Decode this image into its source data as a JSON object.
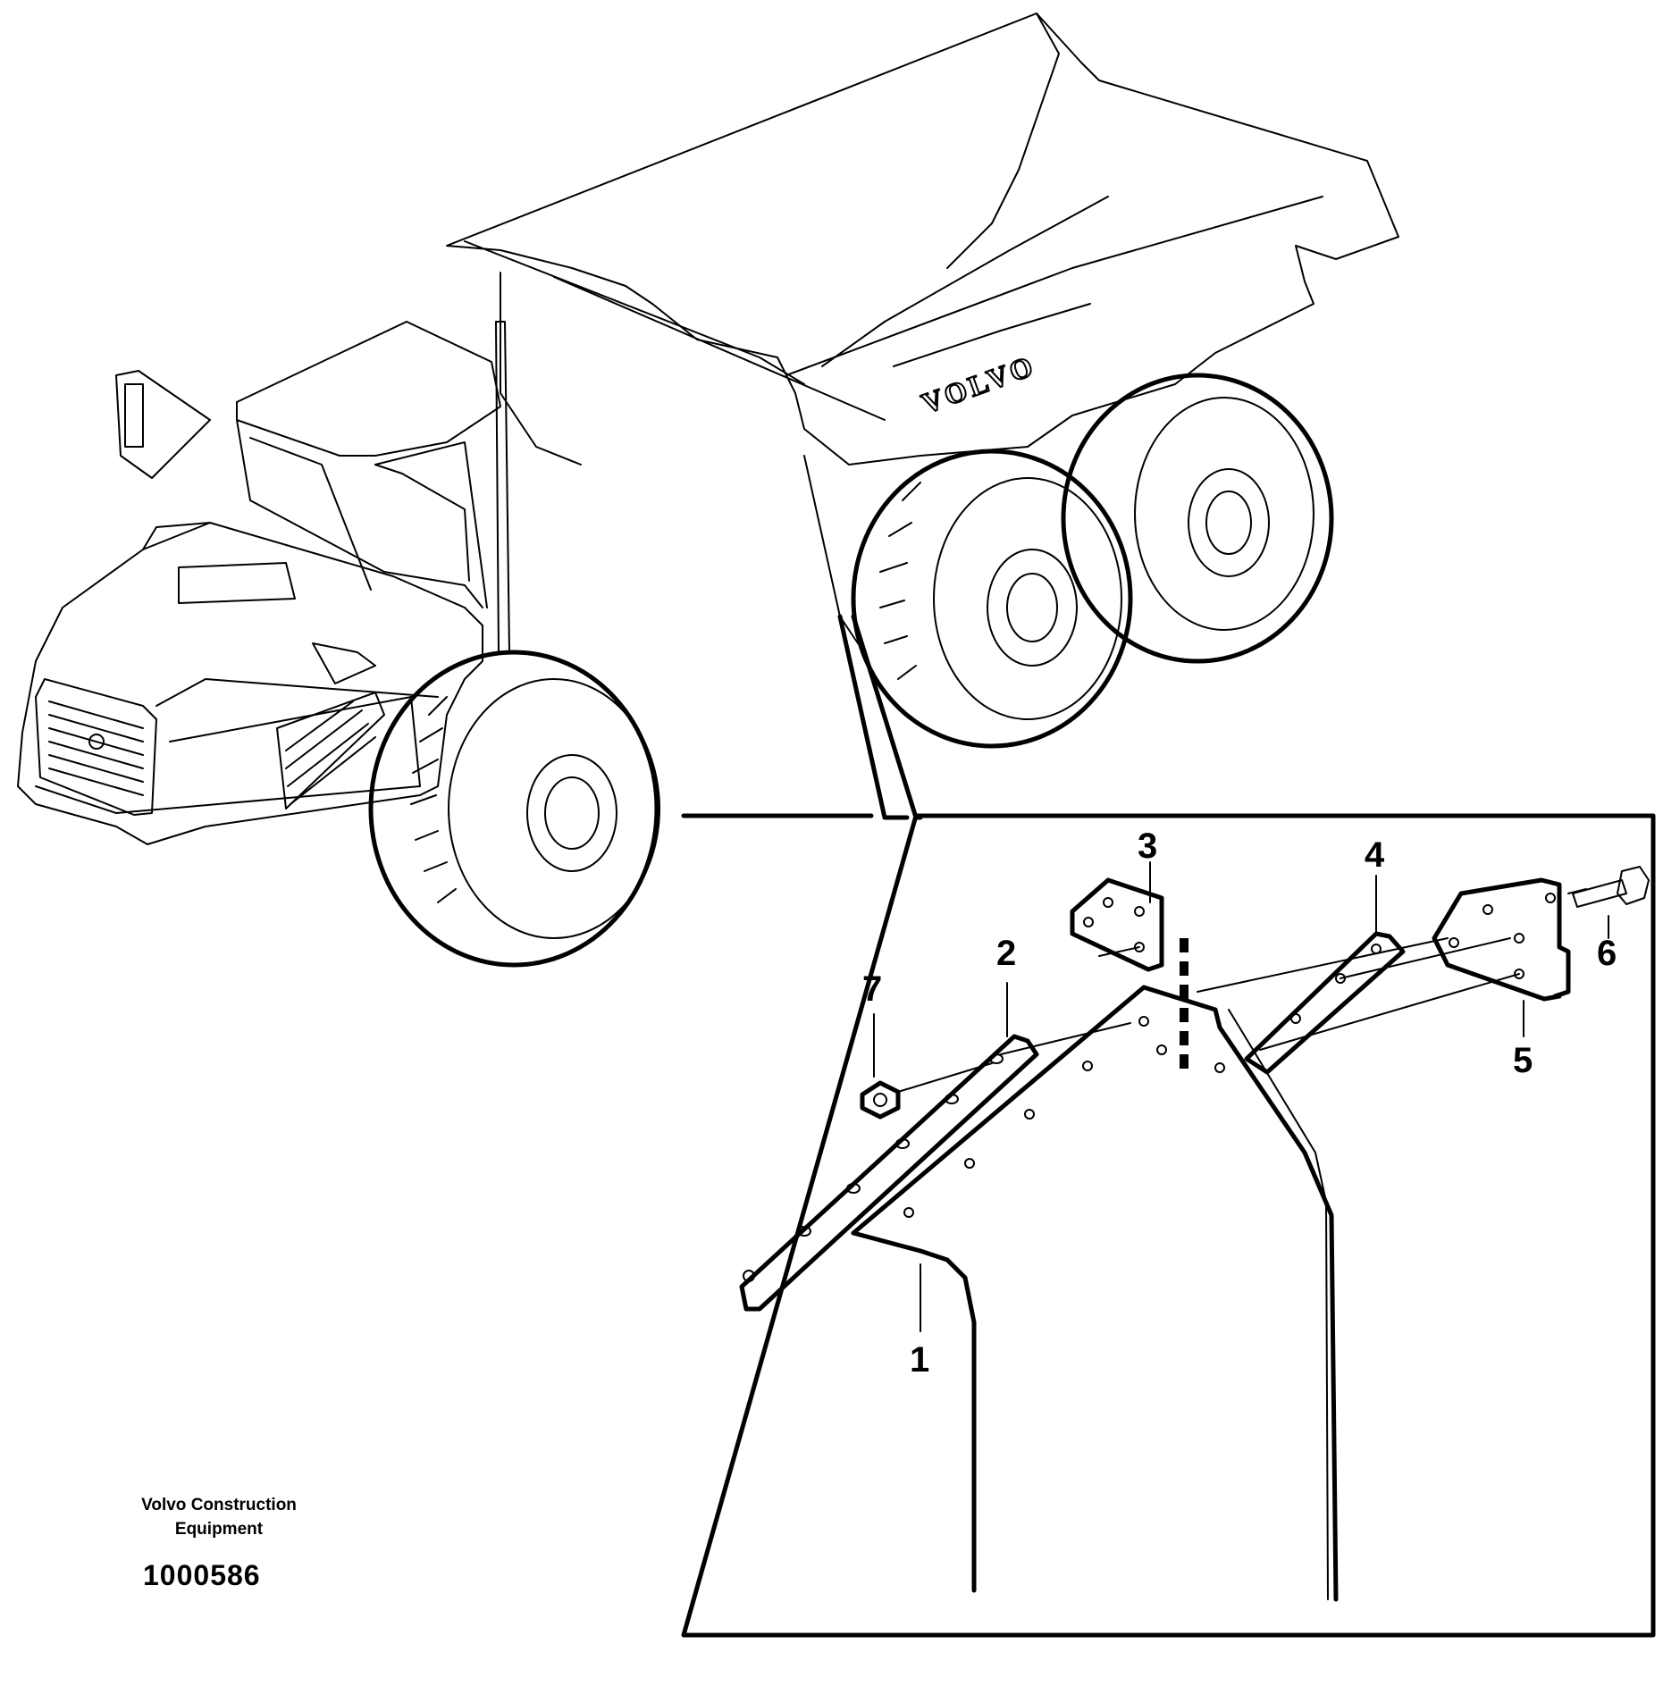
{
  "diagram": {
    "callouts": [
      {
        "id": "1",
        "label": "1"
      },
      {
        "id": "2",
        "label": "2"
      },
      {
        "id": "3",
        "label": "3"
      },
      {
        "id": "4",
        "label": "4"
      },
      {
        "id": "5",
        "label": "5"
      },
      {
        "id": "6",
        "label": "6"
      },
      {
        "id": "7",
        "label": "7"
      }
    ],
    "brand_mark": "VOLVO"
  },
  "footer": {
    "publisher_line1": "Volvo Construction",
    "publisher_line2": "Equipment",
    "drawing_number": "1000586"
  }
}
